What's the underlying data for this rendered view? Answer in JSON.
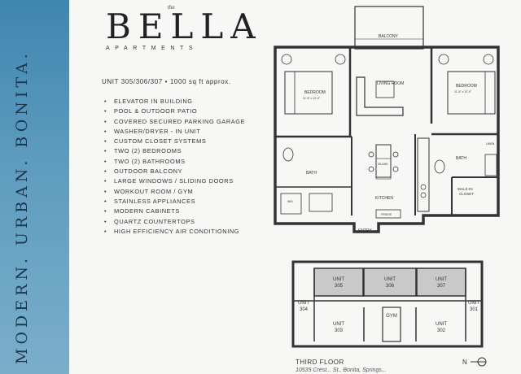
{
  "sidebar": {
    "tagline": "MODERN. URBAN. BONITA."
  },
  "logo": {
    "the": "the",
    "name": "BELLA",
    "sub": "APARTMENTS"
  },
  "unit_info": "UNIT 305/306/307 • 1000 sq ft approx.",
  "features": [
    "ELEVATOR IN BUILDING",
    "POOL & OUTDOOR PATIO",
    "COVERED SECURED PARKING GARAGE",
    "WASHER/DRYER - IN UNIT",
    "CUSTOM CLOSET SYSTEMS",
    "TWO (2) BEDROOMS",
    "TWO (2) BATHROOMS",
    "OUTDOOR BALCONY",
    "LARGE WINDOWS / SLIDING DOORS",
    "WORKOUT ROOM / GYM",
    "STAINLESS APPLIANCES",
    "MODERN CABINETS",
    "QUARTZ COUNTERTOPS",
    "HIGH EFFICIENCY AIR CONDITIONING"
  ],
  "bullet": "•",
  "floorplan": {
    "balcony": "BALCONY",
    "living_room": "LIVING ROOM",
    "bedroom_left": "BEDROOM",
    "bedroom_left_dims": "11'-6\" x 12'-0\"",
    "bedroom_right": "BEDROOM",
    "bedroom_right_dims": "11'-6\" x 12'-0\"",
    "bath_left": "BATH",
    "bath_right": "BATH",
    "island": "ISLAND",
    "kitchen": "KITCHEN",
    "walkin": "WALK-IN",
    "closet": "CLOSET",
    "linen": "LINEN",
    "wd": "W/D",
    "fridge": "FRIDGE",
    "entry": "ENTRY"
  },
  "keyplan": {
    "units": {
      "u305": "UNIT\n305",
      "u306": "UNIT\n306",
      "u307": "UNIT\n307",
      "u304": "UNIT\n304",
      "u303": "UNIT\n303",
      "u302": "UNIT\n302",
      "u301": "UNIT\n301",
      "gym": "GYM"
    },
    "highlight_color": "#c9c9c9"
  },
  "footer": {
    "floor": "THIRD FLOOR",
    "address": "10535 Crest... St., Bonita, Springs...",
    "north": "N"
  }
}
